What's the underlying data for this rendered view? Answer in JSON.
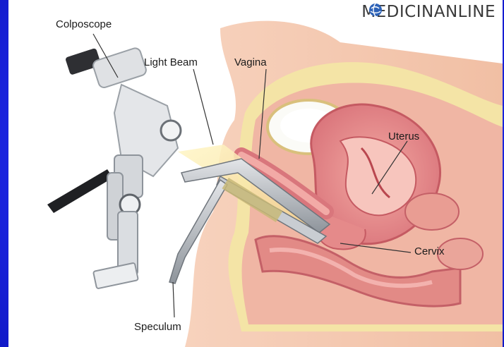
{
  "brand": {
    "name_left": "MEDICINA",
    "name_right": "NLINE",
    "logo_icon": "globe-icon",
    "logo_color": "#2e63b8"
  },
  "labels": {
    "colposcope": "Colposcope",
    "light_beam": "Light Beam",
    "vagina": "Vagina",
    "uterus": "Uterus",
    "cervix": "Cervix",
    "speculum": "Speculum"
  },
  "colors": {
    "background_frame": "#1f28e8",
    "skin": "#f5cdb6",
    "tissue_pink": "#e69a94",
    "uterus_wall": "#d96f76",
    "fat_yellow": "#f4e4a6",
    "instrument_gray": "#b8bcc2"
  }
}
